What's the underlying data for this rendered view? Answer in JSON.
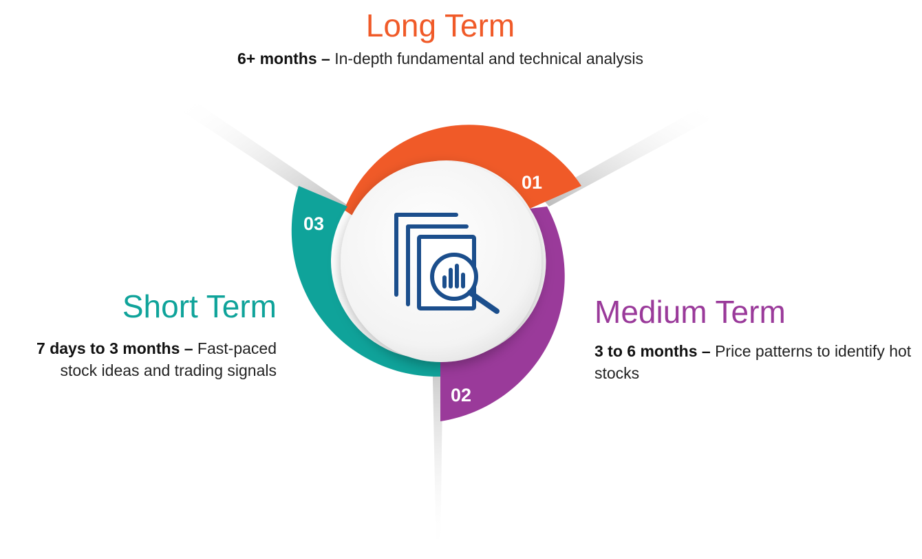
{
  "colors": {
    "long": "#F05A28",
    "medium": "#9A3A9A",
    "short": "#0FA39A",
    "icon": "#1B4E8C"
  },
  "center_icon": "document-analysis-magnifier-icon",
  "segments": [
    {
      "id": "long",
      "number": "01",
      "title": "Long Term",
      "lead": "6+ months –",
      "text": " In-depth fundamental and technical analysis"
    },
    {
      "id": "medium",
      "number": "02",
      "title": "Medium Term",
      "lead": "3 to 6 months –",
      "text": " Price patterns to identify hot stocks"
    },
    {
      "id": "short",
      "number": "03",
      "title": "Short Term",
      "lead": "7 days to 3 months –",
      "text": " Fast-paced stock ideas and trading signals"
    }
  ]
}
